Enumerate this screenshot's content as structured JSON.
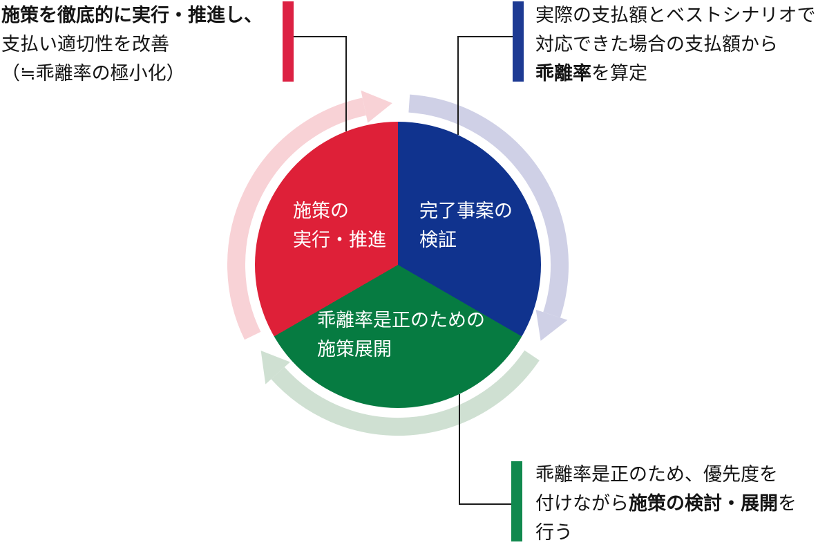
{
  "diagram_title": "PDCA-style deviation-rate improvement cycle",
  "pie": {
    "text_color": "#ffffff",
    "segments": [
      {
        "id": "execute",
        "label_lines": [
          "施策の",
          "実行・推進"
        ],
        "color": "#DE2038"
      },
      {
        "id": "verify",
        "label_lines": [
          "完了事案の",
          "検証"
        ],
        "color": "#10338E"
      },
      {
        "id": "deploy",
        "label_lines": [
          "乖離率是正のための",
          "施策展開"
        ],
        "color": "#067B41"
      }
    ]
  },
  "arrows": [
    {
      "id": "cycle-arrow-left",
      "color": "#F8D2D6"
    },
    {
      "id": "cycle-arrow-right",
      "color": "#CFD0E6"
    },
    {
      "id": "cycle-arrow-bottom",
      "color": "#CFE0D2"
    }
  ],
  "lines": {
    "color": "#1a1a1a"
  },
  "callouts": {
    "top_left": {
      "bar_color": "#DC2143",
      "lines": [
        {
          "pre": "",
          "bold": "施策を徹底的に実行・推進し、",
          "post": ""
        },
        {
          "pre": "支払い適切性を改善",
          "bold": "",
          "post": ""
        },
        {
          "pre": "（≒乖離率の極小化）",
          "bold": "",
          "post": ""
        }
      ]
    },
    "top_right": {
      "bar_color": "#1D3A93",
      "lines": [
        {
          "pre": "実際の支払額とベストシナリオで",
          "bold": "",
          "post": ""
        },
        {
          "pre": "対応できた場合の支払額から",
          "bold": "",
          "post": ""
        },
        {
          "pre": "",
          "bold": "乖離率",
          "post": "を算定"
        }
      ]
    },
    "bottom_right": {
      "bar_color": "#11894E",
      "lines": [
        {
          "pre": "乖離率是正のため、優先度を",
          "bold": "",
          "post": ""
        },
        {
          "pre": "付けながら",
          "bold": "施策の検討・展開",
          "post": "を"
        },
        {
          "pre": "行う",
          "bold": "",
          "post": ""
        }
      ]
    }
  }
}
